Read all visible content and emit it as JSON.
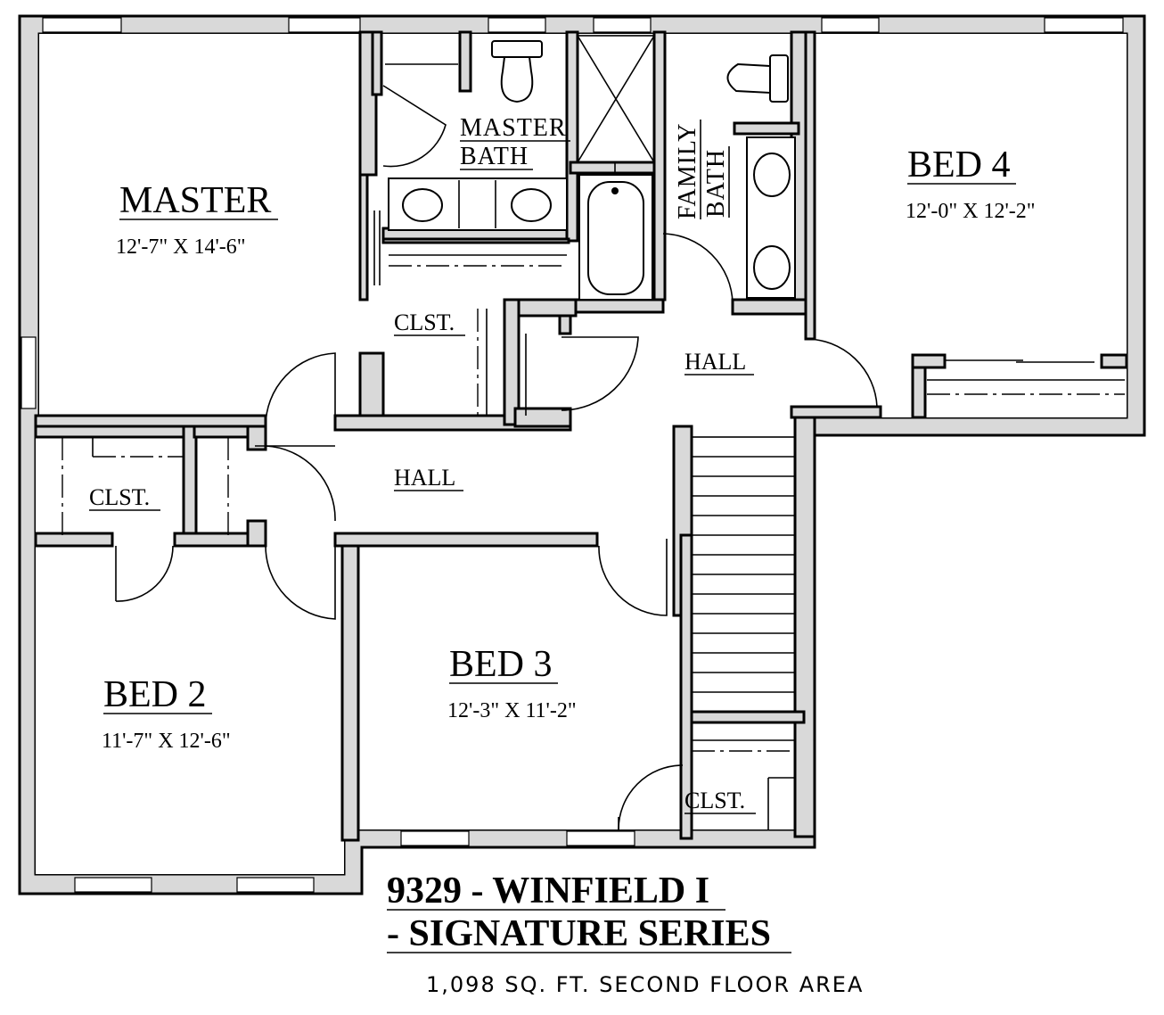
{
  "rooms": {
    "master": {
      "name": "MASTER",
      "dims": "12'-7\" X 14'-6\""
    },
    "bed2": {
      "name": "BED 2",
      "dims": "11'-7\" X 12'-6\""
    },
    "bed3": {
      "name": "BED 3",
      "dims": "12'-3\" X 11'-2\""
    },
    "bed4": {
      "name": "BED 4",
      "dims": "12'-0\" X 12'-2\""
    },
    "master_bath": {
      "line1": "MASTER",
      "line2": "BATH"
    },
    "family_bath": {
      "line1": "FAMILY",
      "line2": "BATH"
    }
  },
  "labels": {
    "clst_master": "CLST.",
    "clst_left": "CLST.",
    "clst_bed3": "CLST.",
    "hall_upper": "HALL",
    "hall_lower": "HALL"
  },
  "title": {
    "line1": "9329 - WINFIELD I",
    "line2": "- SIGNATURE SERIES",
    "area": "1,098 SQ. FT. SECOND FLOOR AREA"
  }
}
